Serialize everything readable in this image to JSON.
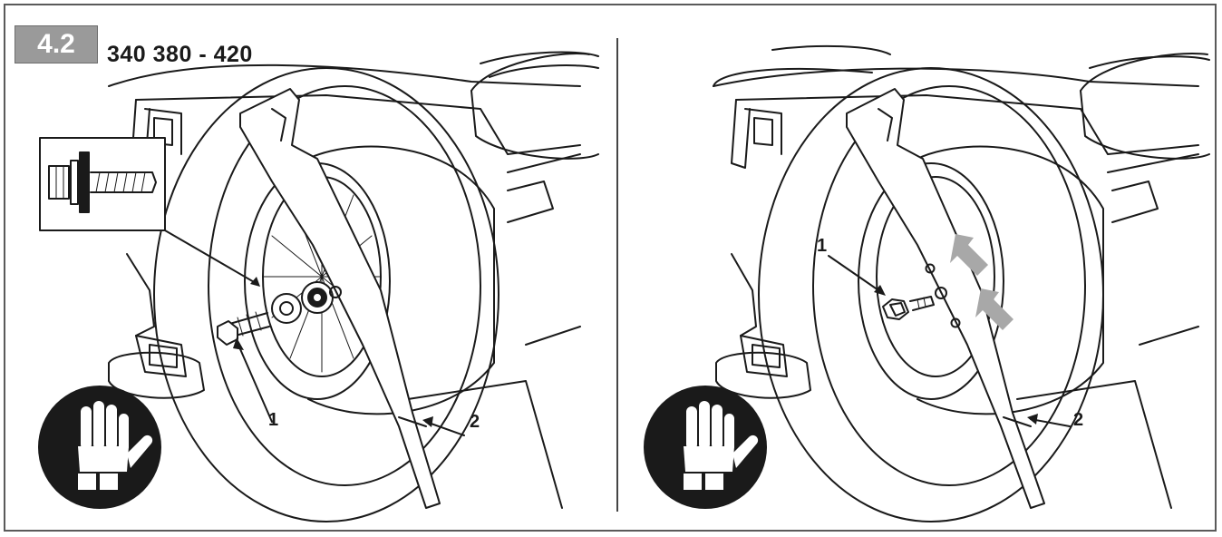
{
  "badge": {
    "label": "4.2"
  },
  "models": {
    "label": "340 380 - 420"
  },
  "left_panel": {
    "callout_bolt": "1",
    "callout_blade": "2"
  },
  "right_panel": {
    "callout_bolt": "1",
    "callout_blade": "2"
  },
  "icons": {
    "glove": "glove-icon",
    "arrow": "arrow-icon"
  },
  "colors": {
    "line": "#1a1a1a",
    "badge": "#9a9a9a",
    "icon_bg": "#1a1a1a",
    "marker": "#a8a8a8"
  }
}
